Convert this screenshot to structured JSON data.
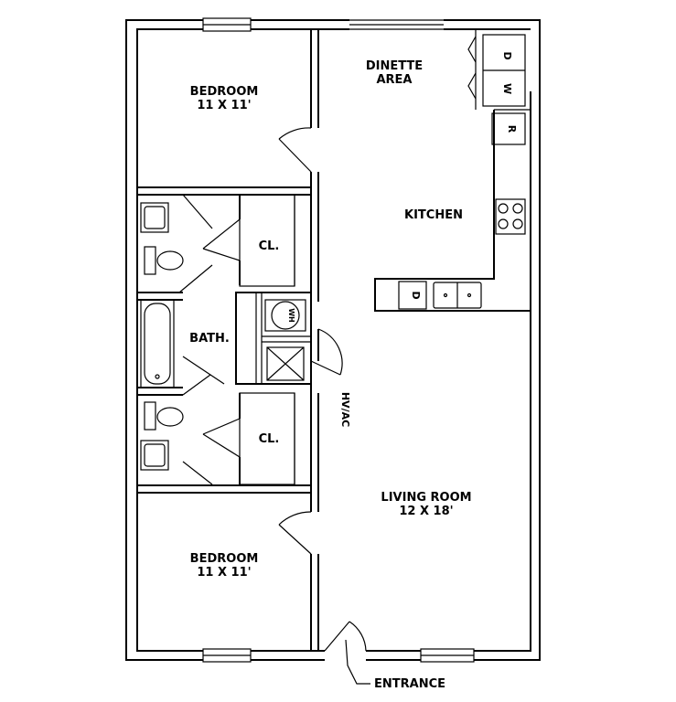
{
  "rooms": {
    "bedroom_top": {
      "name": "BEDROOM",
      "size": "11 X 11'"
    },
    "bedroom_bottom": {
      "name": "BEDROOM",
      "size": "11 X 11'"
    },
    "dinette": {
      "line1": "DINETTE",
      "line2": "AREA"
    },
    "kitchen": {
      "name": "KITCHEN"
    },
    "closet_top": {
      "name": "CL."
    },
    "closet_bottom": {
      "name": "CL."
    },
    "bath": {
      "name": "BATH."
    },
    "living_room": {
      "name": "LIVING ROOM",
      "size": "12 X 18'"
    },
    "hvac": {
      "name": "HV/AC"
    },
    "entrance": {
      "name": "ENTRANCE"
    }
  },
  "appliances": {
    "dryer": "D",
    "washer": "W",
    "refrigerator": "R",
    "dishwasher": "D",
    "water_heater": "WH"
  },
  "colors": {
    "line": "#000000",
    "background": "#ffffff"
  }
}
